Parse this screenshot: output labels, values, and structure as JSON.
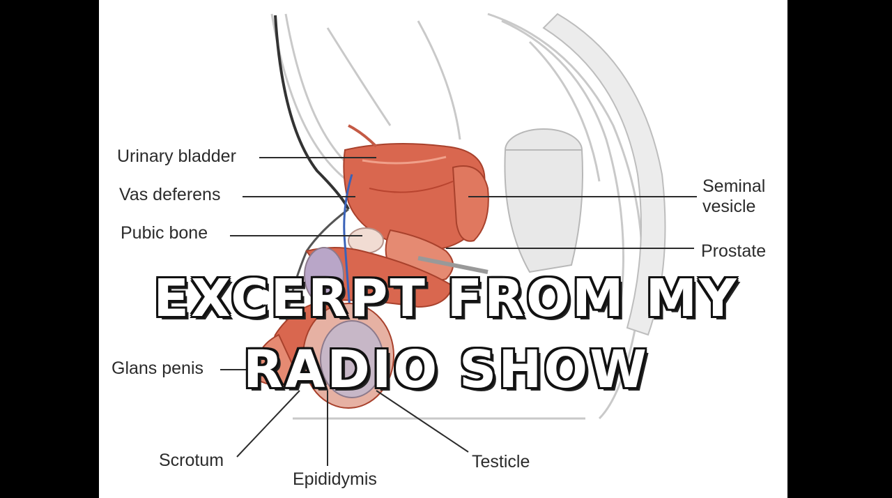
{
  "labels": {
    "urinary_bladder": "Urinary bladder",
    "vas_deferens": "Vas deferens",
    "pubic_bone": "Pubic bone",
    "seminal_vesicle_line1": "Seminal",
    "seminal_vesicle_line2": "vesicle",
    "prostate": "Prostate",
    "glans_penis": "Glans penis",
    "scrotum": "Scrotum",
    "epididymis": "Epididymis",
    "testicle": "Testicle"
  },
  "overlay": {
    "line1": "EXCERPT FROM MY",
    "line2": "RADIO SHOW"
  },
  "colors": {
    "organ": "#d9674f",
    "organ_dark": "#b8442f",
    "leader_line": "#2b2b2b",
    "background_sketch": "#c9c9c9"
  }
}
